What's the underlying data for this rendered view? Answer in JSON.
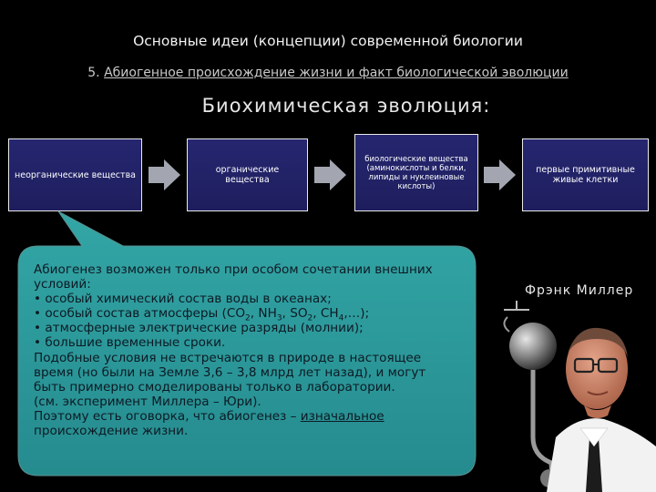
{
  "slide": {
    "title": "Основные идеи (концепции) современной биологии",
    "subtitle_number": "5.",
    "subtitle_text": "Абиогенное происхождение жизни и факт биологической эволюции",
    "heading": "Биохимическая эволюция:"
  },
  "flow": {
    "boxes": [
      "неорганические вещества",
      "органические вещества",
      "биологические вещества (аминокислоты и белки, липиды и нуклеиновые кислоты)",
      "первые примитивные живые клетки"
    ]
  },
  "callout": {
    "line1": "Абиогенез возможен только при особом сочетании внешних",
    "line2": "условий:",
    "line3": "• особый химический состав воды в океанах;",
    "line4_pre": "• особый состав атмосферы (CO",
    "sub_2": "2",
    "line4_nh": ", NH",
    "sub_3": "3",
    "line4_so": ", SO",
    "line4_ch": ", CH",
    "sub_4": "4",
    "line4_end": ",…);",
    "line5": "• атмосферные электрические разряды (молнии);",
    "line6": "• большие временные сроки.",
    "line7": "Подобные условия не встречаются в природе в настоящее",
    "line8": "время (но были на Земле 3,6 – 3,8 млрд лет назад), и могут",
    "line9": "быть примерно смоделированы только в лаборатории.",
    "line10": "(см. эксперимент Миллера – Юри).",
    "line11_pre": "Поэтому есть оговорка, что абиогенез – ",
    "line11_u": "изначальное",
    "line12": "происхождение жизни."
  },
  "portrait": {
    "name": "Фрэнк Миллер"
  },
  "colors": {
    "box": "#23236a",
    "arrow": "#a3a6b0",
    "bubble": "#2c9c9c"
  }
}
